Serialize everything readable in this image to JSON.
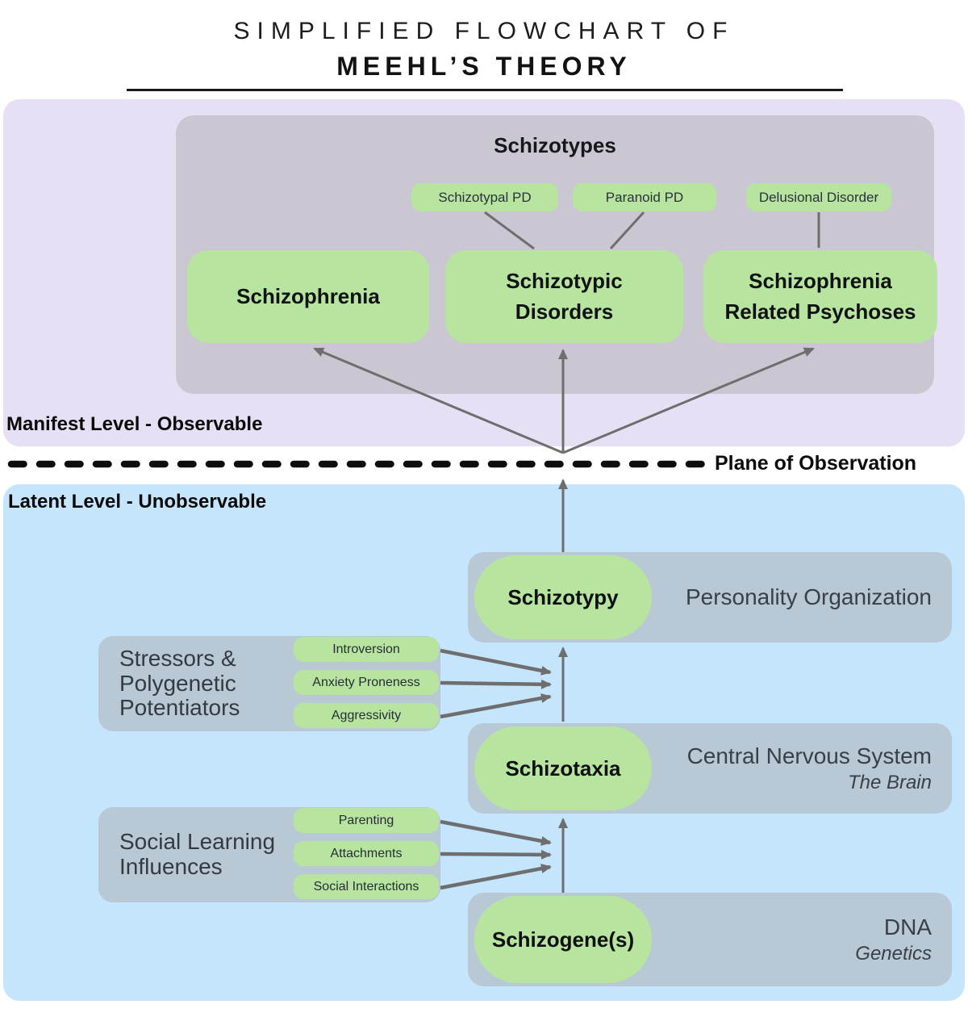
{
  "title": {
    "line1": "SIMPLIFIED FLOWCHART OF",
    "line2": "MEEHL’S THEORY"
  },
  "manifest": {
    "region_label": "Manifest Level - Observable",
    "container_title": "Schizotypes",
    "sub_disorders": [
      {
        "label": "Schizotypal PD"
      },
      {
        "label": "Paranoid PD"
      },
      {
        "label": "Delusional Disorder"
      }
    ],
    "outcomes": [
      {
        "label": "Schizophrenia"
      },
      {
        "label": "Schizotypic Disorders"
      },
      {
        "label": "Schizophrenia Related Psychoses"
      }
    ]
  },
  "plane": {
    "label": "Plane of Observation"
  },
  "latent": {
    "region_label": "Latent Level - Unobservable",
    "nodes": [
      {
        "name": "Schizotypy",
        "context": "Personality Organization"
      },
      {
        "name": "Schizotaxia",
        "context": "Central Nervous System",
        "context_sub": "The Brain"
      },
      {
        "name": "Schizogene(s)",
        "context": "DNA",
        "context_sub": "Genetics"
      }
    ],
    "influences": [
      {
        "title": "Stressors & Polygenetic Potentiators",
        "items": [
          "Introversion",
          "Anxiety Proneness",
          "Aggressivity"
        ]
      },
      {
        "title": "Social Learning Influences",
        "items": [
          "Parenting",
          "Attachments",
          "Social Interactions"
        ]
      }
    ]
  },
  "colors": {
    "manifest_region_bg": "#e7e0f5",
    "latent_region_bg": "#c5e5fc",
    "manifest_container_bg": "#cac7d3",
    "latent_container_bg": "#b8c8d4",
    "node_green": "#b7e5a0",
    "arrow_gray": "#6e6e6e",
    "plane_dash": "#0d0d0d"
  }
}
